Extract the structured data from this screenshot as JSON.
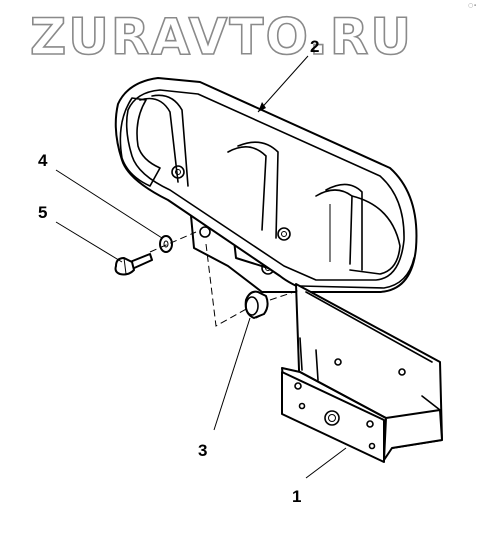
{
  "watermark": "ZURAVTO.RU",
  "corner_mark": "○∙",
  "callouts": {
    "part_1": "1",
    "part_2": "2",
    "part_3": "3",
    "part_4": "4",
    "part_5": "5"
  },
  "colors": {
    "line": "#000000",
    "background": "#ffffff",
    "watermark_outline": "#8a8a8a"
  }
}
